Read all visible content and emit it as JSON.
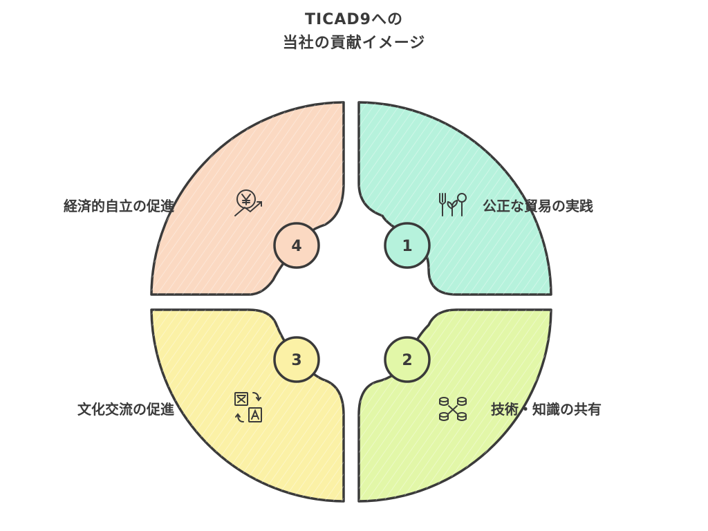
{
  "title": {
    "line1": "TICAD9への",
    "line2": "当社の貢献イメージ"
  },
  "colors": {
    "quadrant_1": "#b6f2dc",
    "quadrant_2": "#e2f7a8",
    "quadrant_3": "#fbf1a6",
    "quadrant_4": "#fbd9c2",
    "stroke": "#3a3a3a"
  },
  "items": [
    {
      "number": "1",
      "label": "公正な貿易の実践",
      "icon": "utensils-plant-icon"
    },
    {
      "number": "2",
      "label": "技術・知識の共有",
      "icon": "network-exchange-icon"
    },
    {
      "number": "3",
      "label": "文化交流の促進",
      "icon": "translate-icon"
    },
    {
      "number": "4",
      "label": "経済的自立の促進",
      "icon": "yen-growth-icon"
    }
  ]
}
